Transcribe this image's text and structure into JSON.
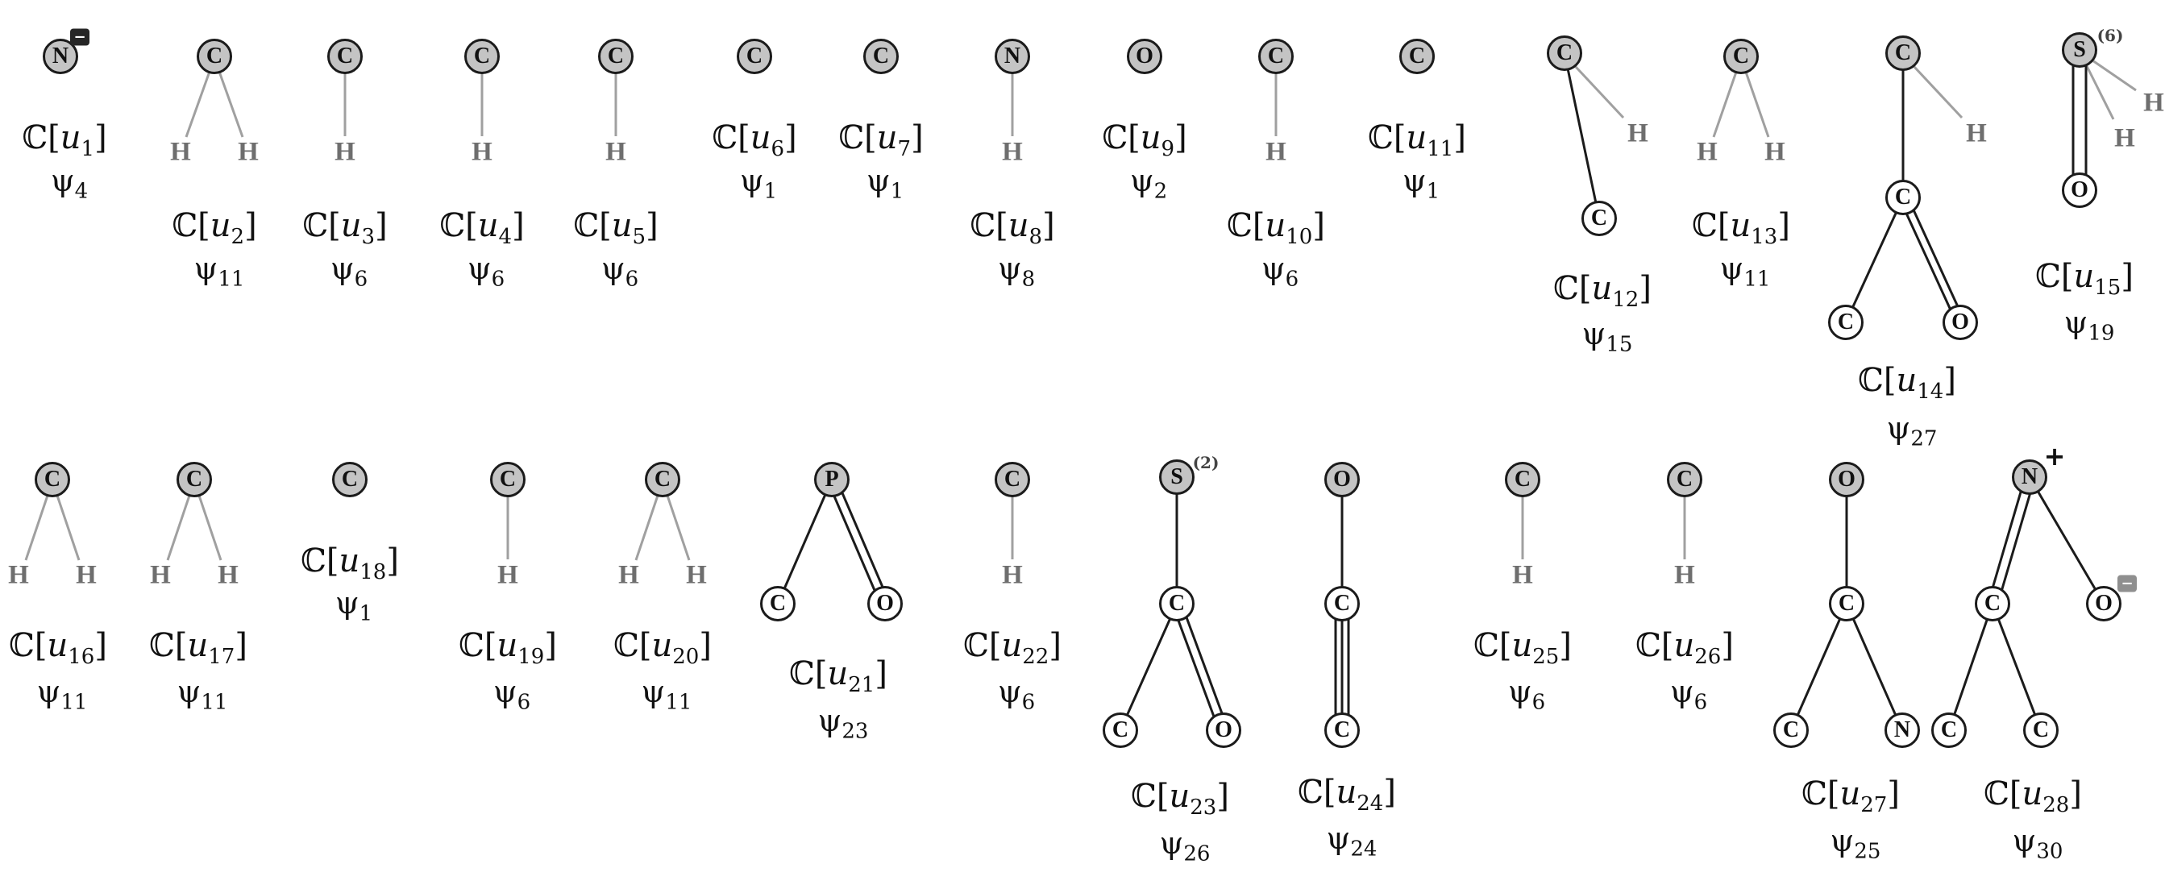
{
  "labels": {
    "c_open": "ℂ[",
    "u": "u",
    "close": "]",
    "psi": "ψ",
    "h": "H"
  },
  "fragments": [
    {
      "id": "u1",
      "u_sub": "1",
      "psi_sub": "4",
      "atoms": [
        {
          "symbol": "N",
          "charge": "−",
          "role": "root"
        }
      ],
      "h_count": 0,
      "bonds": []
    },
    {
      "id": "u2",
      "u_sub": "2",
      "psi_sub": "11",
      "atoms": [
        {
          "symbol": "C",
          "role": "root"
        }
      ],
      "h_count": 2,
      "bonds": [
        "C-H",
        "C-H"
      ]
    },
    {
      "id": "u3",
      "u_sub": "3",
      "psi_sub": "6",
      "atoms": [
        {
          "symbol": "C",
          "role": "root"
        }
      ],
      "h_count": 1,
      "bonds": [
        "C-H"
      ]
    },
    {
      "id": "u4",
      "u_sub": "4",
      "psi_sub": "6",
      "atoms": [
        {
          "symbol": "C",
          "role": "root"
        }
      ],
      "h_count": 1,
      "bonds": [
        "C-H"
      ]
    },
    {
      "id": "u5",
      "u_sub": "5",
      "psi_sub": "6",
      "atoms": [
        {
          "symbol": "C",
          "role": "root"
        }
      ],
      "h_count": 1,
      "bonds": [
        "C-H"
      ]
    },
    {
      "id": "u6",
      "u_sub": "6",
      "psi_sub": "1",
      "atoms": [
        {
          "symbol": "C",
          "role": "root"
        }
      ],
      "h_count": 0,
      "bonds": []
    },
    {
      "id": "u7",
      "u_sub": "7",
      "psi_sub": "1",
      "atoms": [
        {
          "symbol": "C",
          "role": "root"
        }
      ],
      "h_count": 0,
      "bonds": []
    },
    {
      "id": "u8",
      "u_sub": "8",
      "psi_sub": "8",
      "atoms": [
        {
          "symbol": "N",
          "role": "root"
        }
      ],
      "h_count": 1,
      "bonds": [
        "N-H"
      ]
    },
    {
      "id": "u9",
      "u_sub": "9",
      "psi_sub": "2",
      "atoms": [
        {
          "symbol": "O",
          "role": "root"
        }
      ],
      "h_count": 0,
      "bonds": []
    },
    {
      "id": "u10",
      "u_sub": "10",
      "psi_sub": "6",
      "atoms": [
        {
          "symbol": "C",
          "role": "root"
        }
      ],
      "h_count": 1,
      "bonds": [
        "C-H"
      ]
    },
    {
      "id": "u11",
      "u_sub": "11",
      "psi_sub": "1",
      "atoms": [
        {
          "symbol": "C",
          "role": "root"
        }
      ],
      "h_count": 0,
      "bonds": []
    },
    {
      "id": "u12",
      "u_sub": "12",
      "psi_sub": "15",
      "atoms": [
        {
          "symbol": "C",
          "role": "root"
        },
        {
          "symbol": "C",
          "role": "child"
        }
      ],
      "h_count": 1,
      "bonds": [
        "C-H",
        "C-C"
      ]
    },
    {
      "id": "u13",
      "u_sub": "13",
      "psi_sub": "11",
      "atoms": [
        {
          "symbol": "C",
          "role": "root"
        }
      ],
      "h_count": 2,
      "bonds": [
        "C-H",
        "C-H"
      ]
    },
    {
      "id": "u14",
      "u_sub": "14",
      "psi_sub": "27",
      "atoms": [
        {
          "symbol": "C",
          "role": "root"
        },
        {
          "symbol": "C",
          "role": "child"
        },
        {
          "symbol": "C",
          "role": "grandchild"
        },
        {
          "symbol": "O",
          "role": "grandchild"
        }
      ],
      "h_count": 1,
      "bonds": [
        "C-H",
        "C-C",
        "C-C",
        "C=O"
      ]
    },
    {
      "id": "u15",
      "u_sub": "15",
      "psi_sub": "19",
      "atoms": [
        {
          "symbol": "S",
          "charge": "(6)",
          "role": "root"
        },
        {
          "symbol": "O",
          "role": "child"
        }
      ],
      "h_count": 2,
      "bonds": [
        "S-H",
        "S-H",
        "S=O"
      ]
    },
    {
      "id": "u16",
      "u_sub": "16",
      "psi_sub": "11",
      "atoms": [
        {
          "symbol": "C",
          "role": "root"
        }
      ],
      "h_count": 2,
      "bonds": [
        "C-H",
        "C-H"
      ]
    },
    {
      "id": "u17",
      "u_sub": "17",
      "psi_sub": "11",
      "atoms": [
        {
          "symbol": "C",
          "role": "root"
        }
      ],
      "h_count": 2,
      "bonds": [
        "C-H",
        "C-H"
      ]
    },
    {
      "id": "u18",
      "u_sub": "18",
      "psi_sub": "1",
      "atoms": [
        {
          "symbol": "C",
          "role": "root"
        }
      ],
      "h_count": 0,
      "bonds": []
    },
    {
      "id": "u19",
      "u_sub": "19",
      "psi_sub": "6",
      "atoms": [
        {
          "symbol": "C",
          "role": "root"
        }
      ],
      "h_count": 1,
      "bonds": [
        "C-H"
      ]
    },
    {
      "id": "u20",
      "u_sub": "20",
      "psi_sub": "11",
      "atoms": [
        {
          "symbol": "C",
          "role": "root"
        }
      ],
      "h_count": 2,
      "bonds": [
        "C-H",
        "C-H"
      ]
    },
    {
      "id": "u21",
      "u_sub": "21",
      "psi_sub": "23",
      "atoms": [
        {
          "symbol": "P",
          "role": "root"
        },
        {
          "symbol": "C",
          "role": "child"
        },
        {
          "symbol": "O",
          "role": "child"
        }
      ],
      "h_count": 0,
      "bonds": [
        "P-C",
        "P=O"
      ]
    },
    {
      "id": "u22",
      "u_sub": "22",
      "psi_sub": "6",
      "atoms": [
        {
          "symbol": "C",
          "role": "root"
        }
      ],
      "h_count": 1,
      "bonds": [
        "C-H"
      ]
    },
    {
      "id": "u23",
      "u_sub": "23",
      "psi_sub": "26",
      "atoms": [
        {
          "symbol": "S",
          "charge": "(2)",
          "role": "root"
        },
        {
          "symbol": "C",
          "role": "child"
        },
        {
          "symbol": "C",
          "role": "grandchild"
        },
        {
          "symbol": "O",
          "role": "grandchild"
        }
      ],
      "h_count": 0,
      "bonds": [
        "S-C",
        "C-C",
        "C=O"
      ]
    },
    {
      "id": "u24",
      "u_sub": "24",
      "psi_sub": "24",
      "atoms": [
        {
          "symbol": "O",
          "role": "root"
        },
        {
          "symbol": "C",
          "role": "child"
        },
        {
          "symbol": "C",
          "role": "grandchild"
        }
      ],
      "h_count": 0,
      "bonds": [
        "O-C",
        "C#C"
      ]
    },
    {
      "id": "u25",
      "u_sub": "25",
      "psi_sub": "6",
      "atoms": [
        {
          "symbol": "C",
          "role": "root"
        }
      ],
      "h_count": 1,
      "bonds": [
        "C-H"
      ]
    },
    {
      "id": "u26",
      "u_sub": "26",
      "psi_sub": "6",
      "atoms": [
        {
          "symbol": "C",
          "role": "root"
        }
      ],
      "h_count": 1,
      "bonds": [
        "C-H"
      ]
    },
    {
      "id": "u27",
      "u_sub": "27",
      "psi_sub": "25",
      "atoms": [
        {
          "symbol": "O",
          "role": "root"
        },
        {
          "symbol": "C",
          "role": "child"
        },
        {
          "symbol": "C",
          "role": "grandchild"
        },
        {
          "symbol": "N",
          "role": "grandchild"
        }
      ],
      "h_count": 0,
      "bonds": [
        "O-C",
        "C-C",
        "C-N"
      ]
    },
    {
      "id": "u28",
      "u_sub": "28",
      "psi_sub": "30",
      "atoms": [
        {
          "symbol": "N",
          "charge": "+",
          "role": "root"
        },
        {
          "symbol": "C",
          "role": "child"
        },
        {
          "symbol": "O",
          "charge": "−",
          "role": "child"
        },
        {
          "symbol": "C",
          "role": "grandchild"
        },
        {
          "symbol": "C",
          "role": "grandchild"
        }
      ],
      "h_count": 0,
      "bonds": [
        "N=C",
        "N-O",
        "C-C",
        "C-C"
      ]
    }
  ]
}
